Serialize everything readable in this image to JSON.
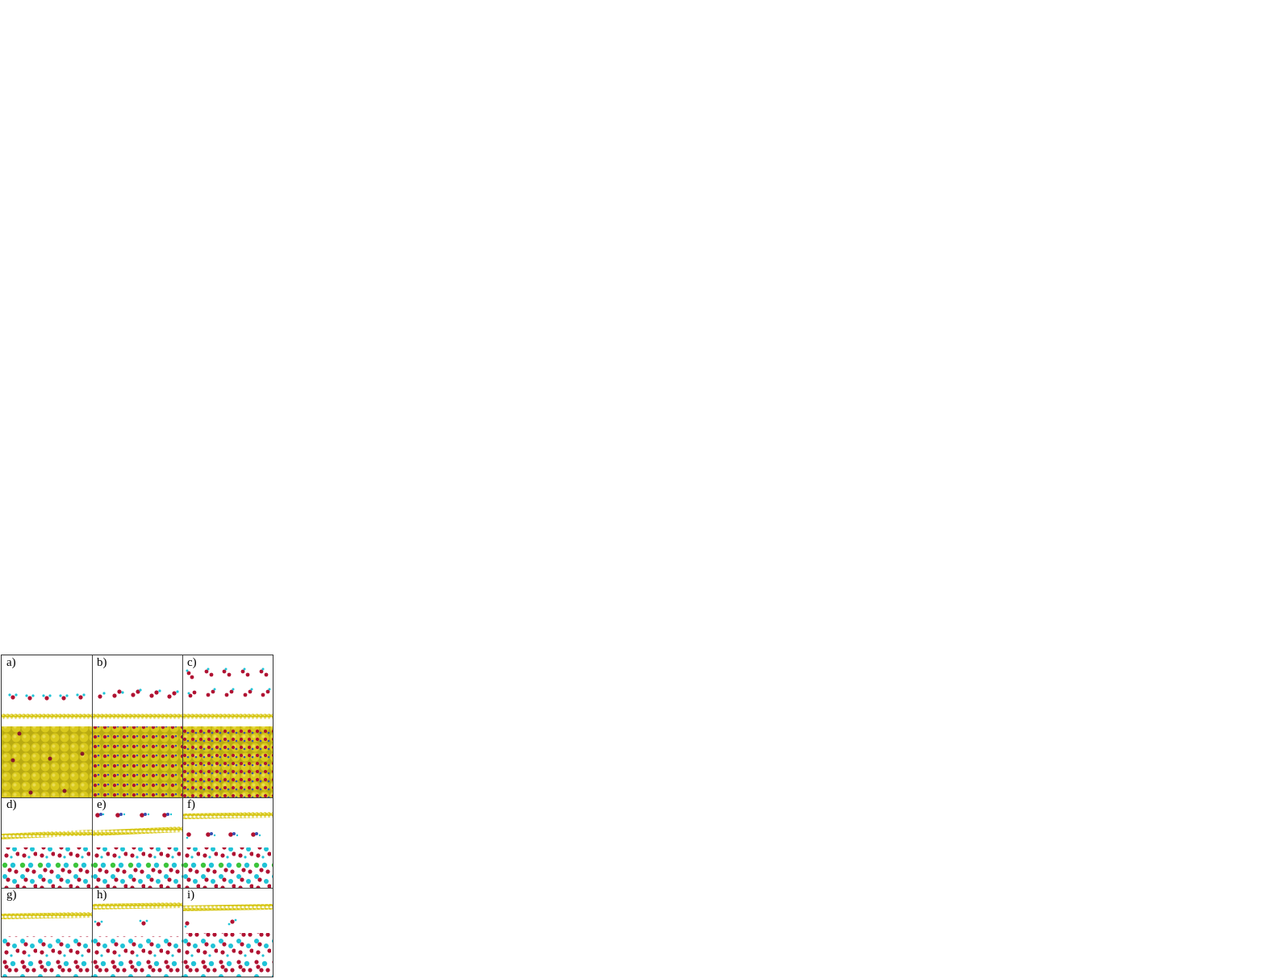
{
  "figure": {
    "panels": [
      {
        "id": "a",
        "label": "a)"
      },
      {
        "id": "b",
        "label": "b)"
      },
      {
        "id": "c",
        "label": "c)"
      },
      {
        "id": "d",
        "label": "d)"
      },
      {
        "id": "e",
        "label": "e)"
      },
      {
        "id": "f",
        "label": "f)"
      },
      {
        "id": "g",
        "label": "g)"
      },
      {
        "id": "h",
        "label": "h)"
      },
      {
        "id": "i",
        "label": "i)"
      }
    ]
  },
  "colors": {
    "slab_gold": "#d6c619",
    "slab_gold_dark": "#a89a10",
    "oxygen": "#b01232",
    "hydrogen": "#e8f4f8",
    "nitrogen": "#3a4fb0",
    "cyan_atom": "#1fc3d6",
    "chlorine": "#3cc43c",
    "border": "#333333"
  }
}
